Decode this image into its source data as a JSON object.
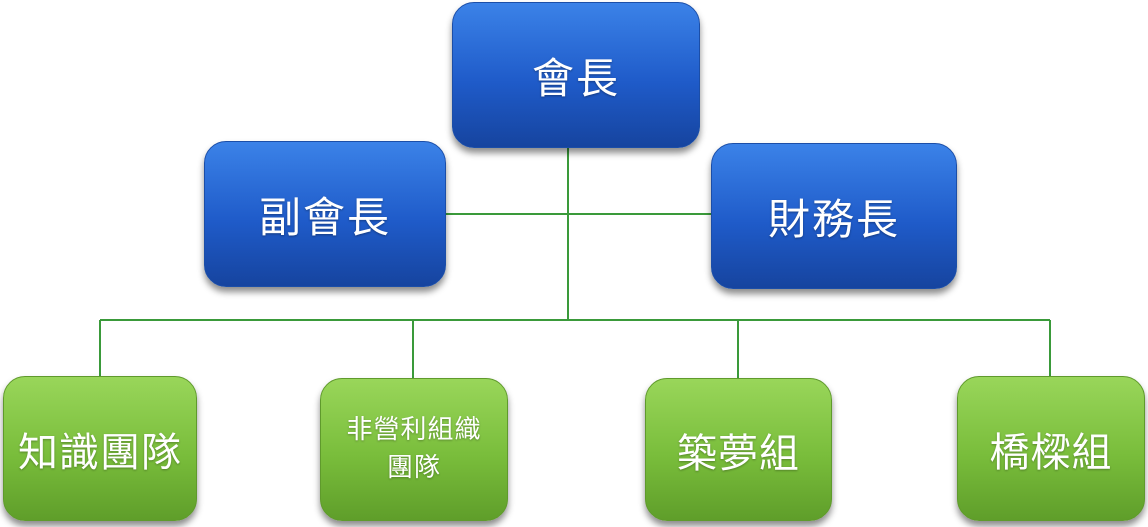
{
  "colors": {
    "leader_fill": "#1f5bc9",
    "group_fill": "#79bd3b",
    "connector": "#3a9a3a"
  },
  "nodes": {
    "president": "會長",
    "vice_president": "副會長",
    "treasurer": "財務長",
    "knowledge_team": "知識團隊",
    "nonprofit_team_line1": "非營利組織",
    "nonprofit_team_line2": "團隊",
    "dream_building_group": "築夢組",
    "bridge_group": "橋樑組"
  }
}
